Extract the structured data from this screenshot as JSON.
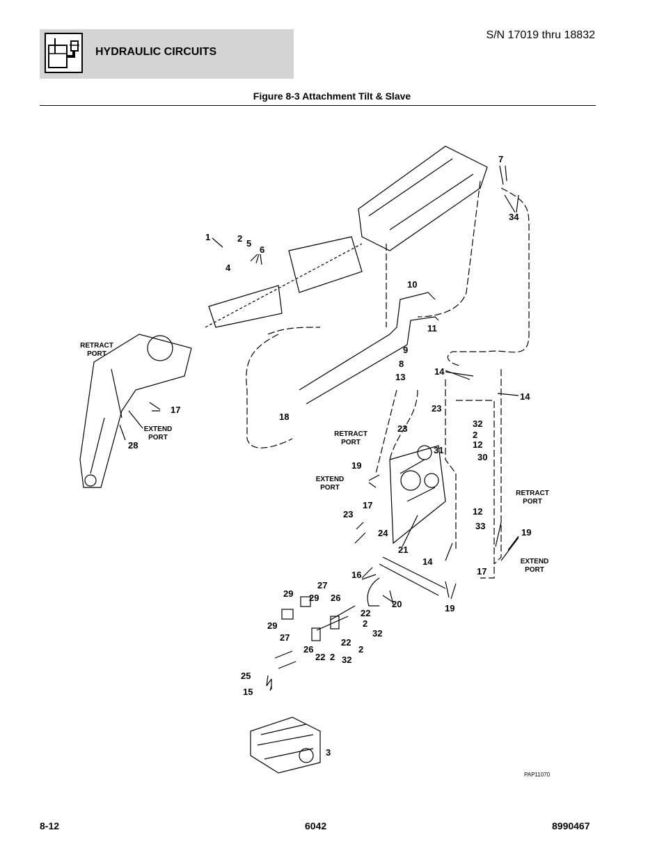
{
  "header": {
    "title": "HYDRAULIC CIRCUITS",
    "icon": "hydraulic-reservoir-icon"
  },
  "serial_range": "S/N 17019 thru 18832",
  "figure_title": "Figure 8-3 Attachment Tilt & Slave",
  "callouts": {
    "c1": "1",
    "c2a": "2",
    "c4": "4",
    "c5": "5",
    "c6": "6",
    "c7": "7",
    "c34": "34",
    "c10": "10",
    "c11": "11",
    "c9": "9",
    "c8": "8",
    "c13": "13",
    "c17a": "17",
    "c28": "28",
    "c18": "18",
    "c14a": "14",
    "c14b": "14",
    "c23a": "23",
    "c23b": "23",
    "c31": "31",
    "c32a": "32",
    "c2b": "2",
    "c12a": "12",
    "c30": "30",
    "c19a": "19",
    "c17b": "17",
    "c23c": "23",
    "c24": "24",
    "c21": "21",
    "c12b": "12",
    "c33": "33",
    "c19b": "19",
    "c17c": "17",
    "c14c": "14",
    "c16": "16",
    "c20": "20",
    "c19c": "19",
    "c27a": "27",
    "c29a": "29",
    "c29b": "29",
    "c26a": "26",
    "c22a": "22",
    "c2c": "2",
    "c32b": "32",
    "c29c": "29",
    "c27b": "27",
    "c22b": "22",
    "c2d": "2",
    "c26b": "26",
    "c22c": "22",
    "c2e": "2",
    "c32c": "32",
    "c25": "25",
    "c15": "15",
    "c3": "3"
  },
  "port_labels": {
    "retract_1": "RETRACT\nPORT",
    "extend_1": "EXTEND\nPORT",
    "retract_2": "RETRACT\nPORT",
    "extend_2": "EXTEND\nPORT",
    "retract_3": "RETRACT\nPORT",
    "extend_3": "EXTEND\nPORT"
  },
  "drawing_ref": "PAP11070",
  "footer": {
    "page": "8-12",
    "model": "6042",
    "doc_number": "8990467"
  }
}
